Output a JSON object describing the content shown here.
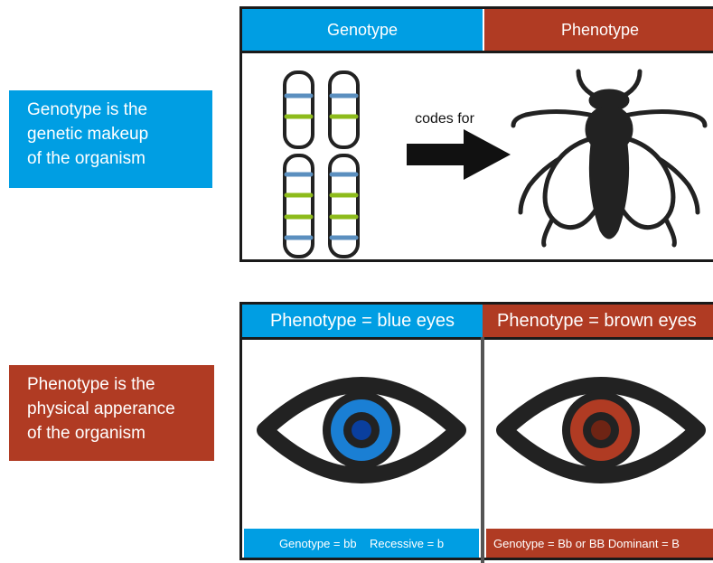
{
  "callouts": {
    "genotype": "Genotype is the\ngenetic makeup\nof the organism",
    "phenotype": "Phenotype is the\nphysical apperance\nof the organism"
  },
  "top_panel": {
    "header_left": "Genotype",
    "header_right": "Phenotype",
    "arrow_label": "codes for"
  },
  "bottom_panel": {
    "header_left": "Phenotype = blue eyes",
    "header_right": "Phenotype = brown eyes",
    "footer_left": "Genotype = bb    Recessive = b",
    "footer_right": "Genotype = Bb or BB Dominant = B"
  },
  "colors": {
    "blue": "#009ee3",
    "brown": "#b03b23",
    "dark": "#222222",
    "band_blue": "#5b8fbf",
    "band_green": "#8dbb1b",
    "iris_blue": "#1a7fd4",
    "pupil_blue": "#0a3f9e",
    "iris_brown": "#b03b23",
    "pupil_brown": "#6e2414"
  },
  "icons": [
    "chromosome-icon",
    "arrow-right-icon",
    "fly-icon",
    "eye-icon"
  ]
}
